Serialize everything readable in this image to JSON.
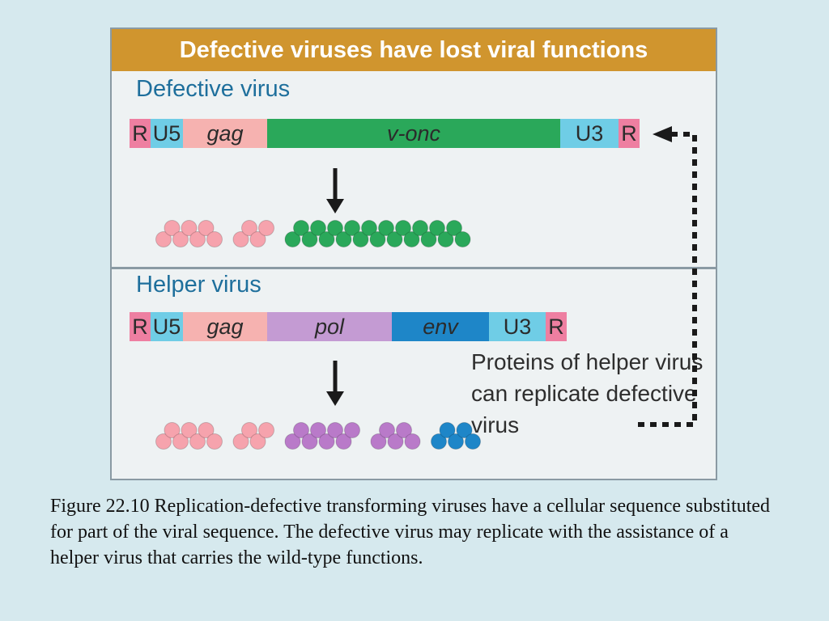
{
  "title": "Defective viruses have lost viral functions",
  "colors": {
    "title_bar": "#d0952e",
    "panel": "#eef2f3",
    "label_blue": "#1e6f9c",
    "R": "#ee7fa1",
    "U5": "#6fcde6",
    "U3": "#6fcde6",
    "gag": "#f6b2b0",
    "v-onc": "#2aa85a",
    "pol": "#c49bd3",
    "env": "#1e86c8"
  },
  "defective": {
    "label": "Defective virus",
    "segments": [
      {
        "label": "R",
        "italic": false,
        "color": "#ee7fa1"
      },
      {
        "label": "U5",
        "italic": false,
        "color": "#6fcde6"
      },
      {
        "label": "gag",
        "italic": true,
        "color": "#f6b2b0"
      },
      {
        "label": "v-onc",
        "italic": true,
        "color": "#2aa85a"
      },
      {
        "label": "U3",
        "italic": false,
        "color": "#6fcde6"
      },
      {
        "label": "R",
        "italic": false,
        "color": "#ee7fa1"
      }
    ],
    "protein_groups": [
      {
        "color": "#f6a3ad",
        "count": 7
      },
      {
        "color": "#f6a3ad",
        "count": 4
      },
      {
        "color": "#2aa85a",
        "count": 21
      }
    ]
  },
  "helper": {
    "label": "Helper virus",
    "segments": [
      {
        "label": "R",
        "italic": false,
        "color": "#ee7fa1"
      },
      {
        "label": "U5",
        "italic": false,
        "color": "#6fcde6"
      },
      {
        "label": "gag",
        "italic": true,
        "color": "#f6b2b0"
      },
      {
        "label": "pol",
        "italic": true,
        "color": "#c49bd3"
      },
      {
        "label": "env",
        "italic": true,
        "color": "#1e86c8"
      },
      {
        "label": "U3",
        "italic": false,
        "color": "#6fcde6"
      },
      {
        "label": "R",
        "italic": false,
        "color": "#ee7fa1"
      }
    ],
    "protein_groups": [
      {
        "color": "#f6a3ad",
        "count": 7
      },
      {
        "color": "#f6a3ad",
        "count": 4
      },
      {
        "color": "#b97ac9",
        "count": 8
      },
      {
        "color": "#b97ac9",
        "count": 5
      },
      {
        "color": "#1e86c8",
        "count": 5
      }
    ]
  },
  "note": "Proteins of helper virus can replicate defective virus",
  "caption": "Figure 22.10  Replication-defective transforming viruses have a cellular sequence substituted for part of the viral sequence. The defective virus may replicate with the assistance of a helper virus that carries the wild-type functions."
}
